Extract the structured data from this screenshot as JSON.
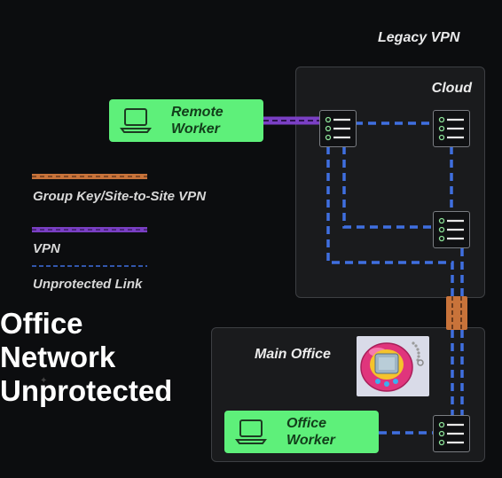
{
  "header": {
    "title": "Legacy VPN"
  },
  "zones": {
    "cloud": {
      "label": "Cloud"
    },
    "main_office": {
      "label": "Main Office"
    }
  },
  "nodes": {
    "remote_worker": {
      "line1": "Remote",
      "line2": "Worker",
      "icon": "laptop-icon"
    },
    "office_worker": {
      "line1": "Office",
      "line2": "Worker",
      "icon": "laptop-icon"
    },
    "servers": [
      "server-icon",
      "server-icon",
      "server-icon",
      "server-icon"
    ]
  },
  "legend": [
    {
      "label": "Group Key/Site-to-Site VPN",
      "color": "#c8733a"
    },
    {
      "label": "VPN",
      "color": "#7a3fc4"
    },
    {
      "label": "Unprotected Link",
      "color": "#3f6fe0"
    }
  ],
  "overlay": {
    "line1": "Office",
    "line2": "Network",
    "line3": "Unprotected"
  },
  "colors": {
    "node_fill": "#5ef07a",
    "panel_fill": "#1a1b1d",
    "background": "#0c0d0f"
  }
}
